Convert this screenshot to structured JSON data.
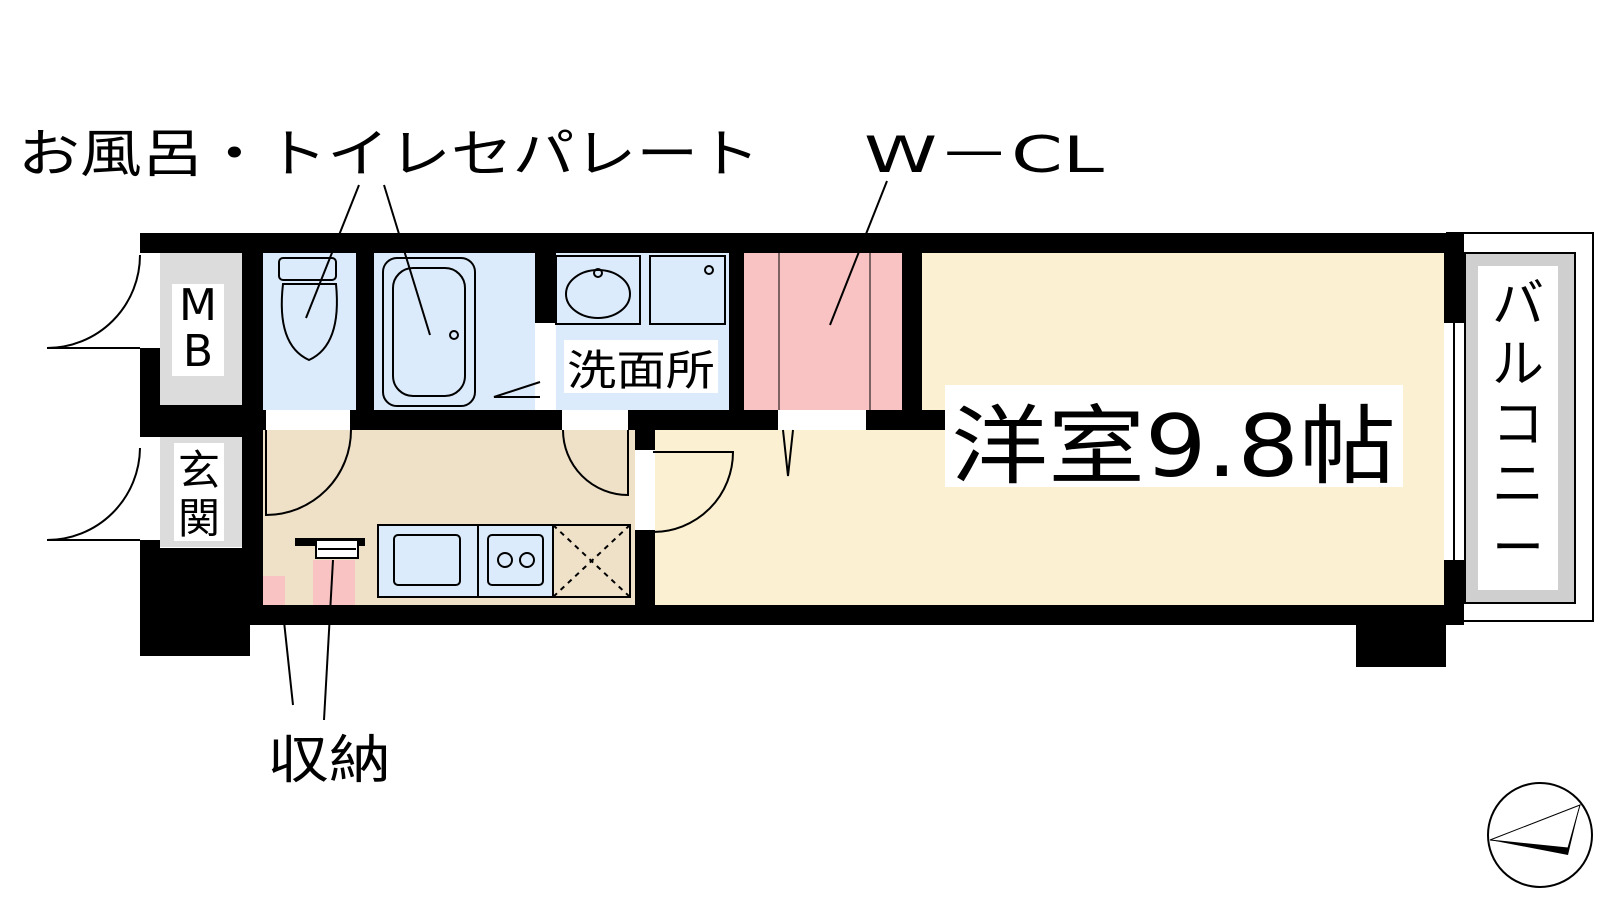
{
  "labels": {
    "bath_toilet": "お風呂・トイレセパレート",
    "wcl": "W－CL",
    "mb": "MB",
    "genkan": "玄関",
    "senmenjo": "洗面所",
    "youshitsu": "洋室9.8帖",
    "balcony": "バルコニー",
    "shuno": "収納"
  },
  "colors": {
    "wall": "#000000",
    "wet_area": "#dcebfb",
    "room": "#fcf0d2",
    "kitchen": "#efe0c8",
    "closet": "#f9c3c3",
    "utility": "#dcdcdc"
  },
  "icons": [
    "toilet-icon",
    "bathtub-icon",
    "sink-icon",
    "washer-pan-icon",
    "kitchen-sink-icon",
    "stove-icon",
    "fridge-space-icon",
    "compass-icon"
  ]
}
